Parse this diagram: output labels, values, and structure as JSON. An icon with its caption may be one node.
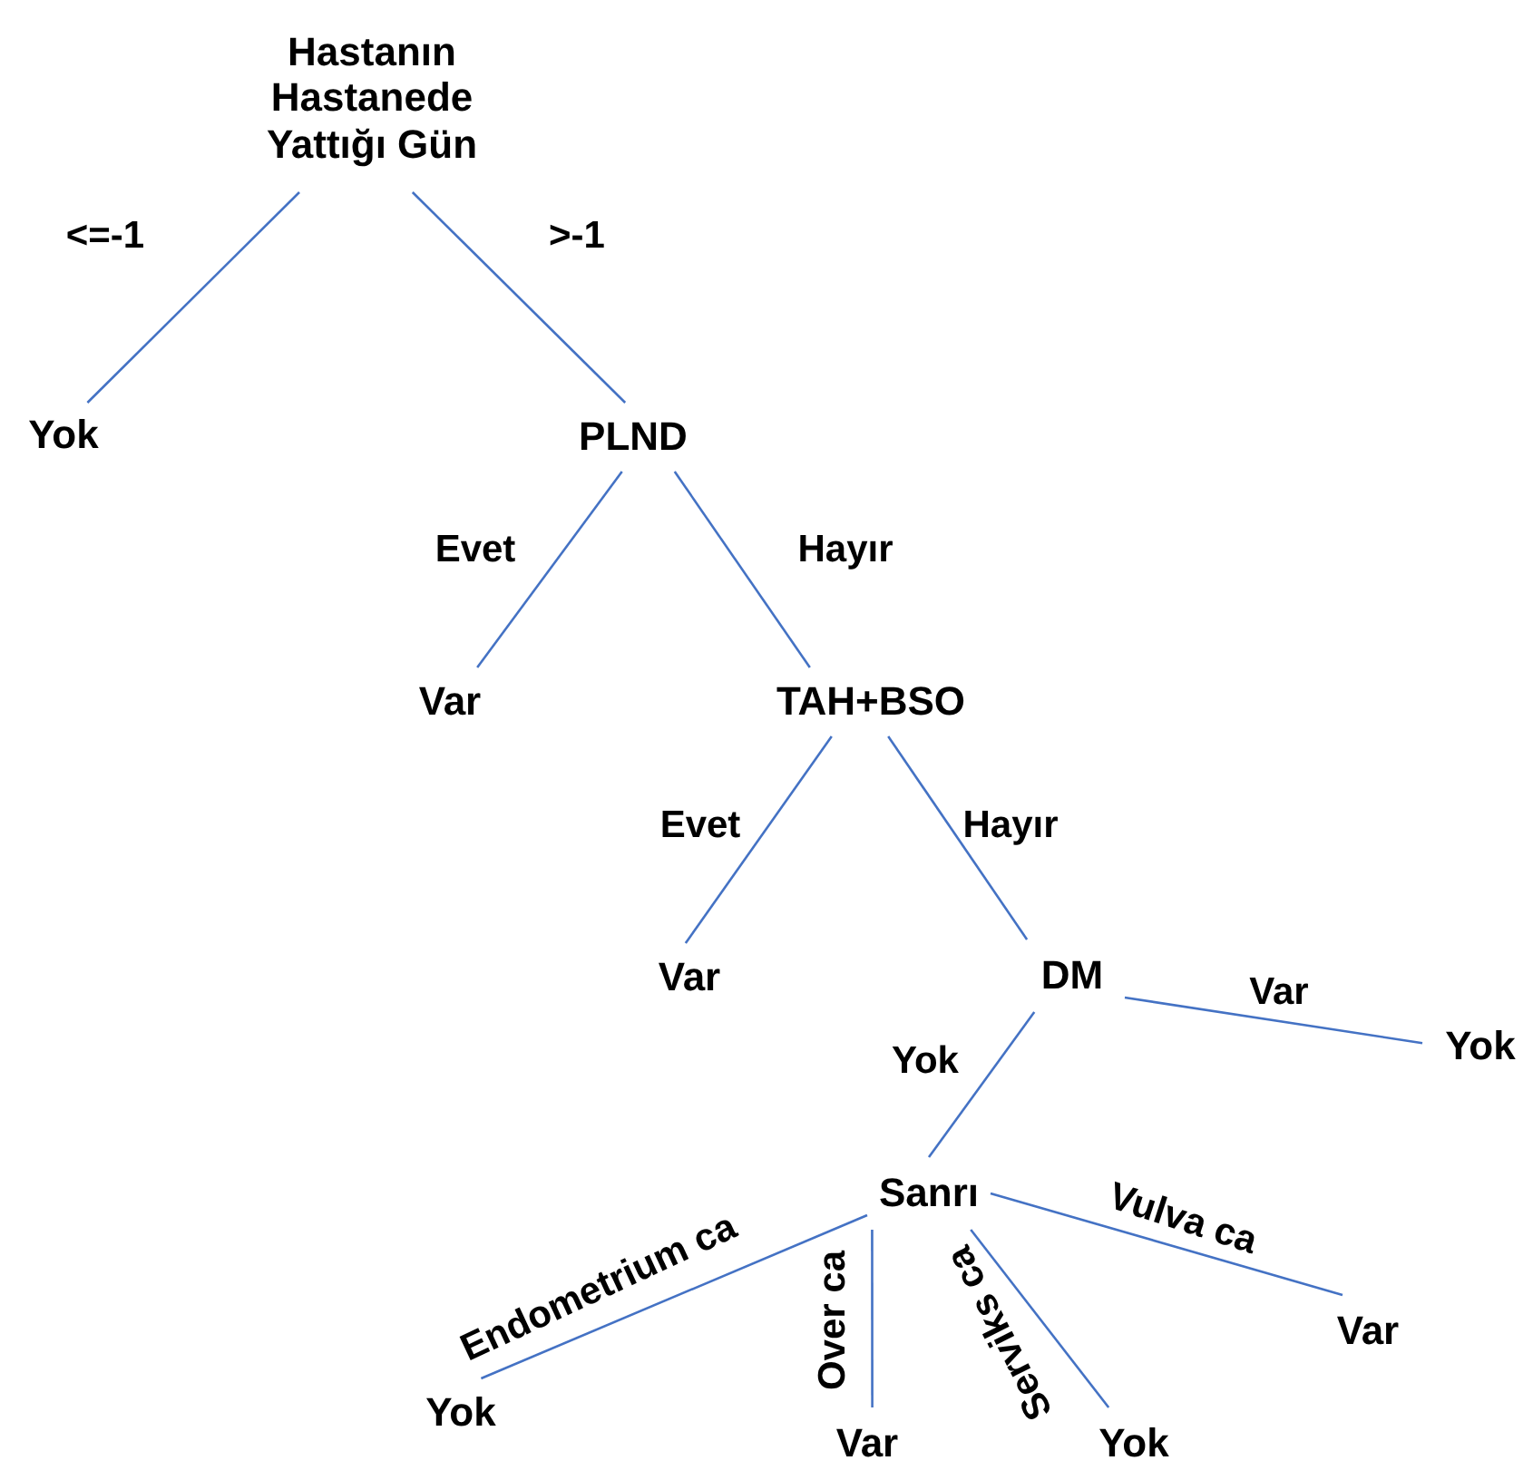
{
  "diagram": {
    "nodes": [
      {
        "text": [
          "Hastanın Hastanede Yattığı Gün"
        ]
      },
      {
        "text": [
          "Yok"
        ]
      },
      {
        "text": [
          "PLND"
        ]
      },
      {
        "text": [
          "Var"
        ]
      },
      {
        "text": [
          "TAH+BSO"
        ]
      },
      {
        "text": [
          "Var"
        ]
      },
      {
        "text": [
          "DM"
        ]
      },
      {
        "text": [
          "Yok"
        ]
      },
      {
        "text": [
          "Sanrı"
        ]
      },
      {
        "text": [
          "Yok"
        ]
      },
      {
        "text": [
          "Var"
        ]
      },
      {
        "text": [
          "Yok"
        ]
      },
      {
        "text": [
          "Var"
        ]
      }
    ],
    "edges": [
      {
        "from": 0,
        "to": 1,
        "arrow": "none",
        "label": "<=-1"
      },
      {
        "from": 0,
        "to": 2,
        "arrow": "none",
        "label": ">-1"
      },
      {
        "from": 2,
        "to": 3,
        "arrow": "none",
        "label": "Evet"
      },
      {
        "from": 2,
        "to": 4,
        "arrow": "none",
        "label": "Hayır"
      },
      {
        "from": 4,
        "to": 5,
        "arrow": "none",
        "label": "Evet"
      },
      {
        "from": 4,
        "to": 6,
        "arrow": "none",
        "label": "Hayır"
      },
      {
        "from": 6,
        "to": 7,
        "arrow": "none",
        "label": "Var"
      },
      {
        "from": 6,
        "to": 8,
        "arrow": "none",
        "label": "Yok"
      },
      {
        "from": 8,
        "to": 9,
        "arrow": "none",
        "label": "Endometrium ca"
      },
      {
        "from": 8,
        "to": 10,
        "arrow": "none",
        "label": "Over ca"
      },
      {
        "from": 8,
        "to": 11,
        "arrow": "none",
        "label": "Serviks ca"
      },
      {
        "from": 8,
        "to": 12,
        "arrow": "none",
        "label": "Vulva ca"
      }
    ]
  }
}
